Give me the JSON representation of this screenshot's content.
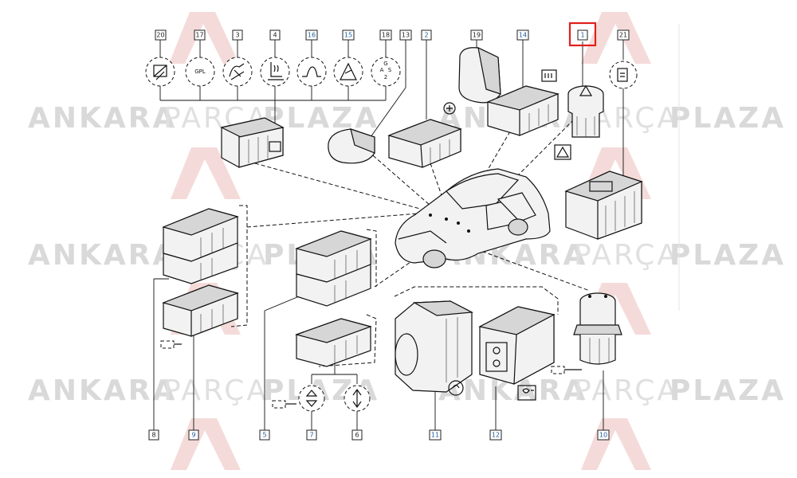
{
  "watermark": {
    "word_bold_1": "ANKARA",
    "word_light": "PARÇA",
    "word_bold_2": "PLAZA"
  },
  "callouts": [
    {
      "id": "c20",
      "label": "20",
      "color": "#222222"
    },
    {
      "id": "c17",
      "label": "17",
      "color": "#222222"
    },
    {
      "id": "c3",
      "label": "3",
      "color": "#222222"
    },
    {
      "id": "c4",
      "label": "4",
      "color": "#222222"
    },
    {
      "id": "c16",
      "label": "16",
      "color": "#1a5c9e"
    },
    {
      "id": "c15",
      "label": "15",
      "color": "#1a5c9e"
    },
    {
      "id": "c18",
      "label": "18",
      "color": "#222222"
    },
    {
      "id": "c13",
      "label": "13",
      "color": "#222222"
    },
    {
      "id": "c2",
      "label": "2",
      "color": "#1a5c9e"
    },
    {
      "id": "c19",
      "label": "19",
      "color": "#222222"
    },
    {
      "id": "c14",
      "label": "14",
      "color": "#1a5c9e"
    },
    {
      "id": "c1",
      "label": "1",
      "color": "#1a5c9e",
      "highlight": "#e0201b"
    },
    {
      "id": "c21",
      "label": "21",
      "color": "#222222"
    },
    {
      "id": "c8",
      "label": "8",
      "color": "#222222"
    },
    {
      "id": "c9",
      "label": "9",
      "color": "#1a5c9e"
    },
    {
      "id": "c5",
      "label": "5",
      "color": "#1a5c9e"
    },
    {
      "id": "c7",
      "label": "7",
      "color": "#1a5c9e"
    },
    {
      "id": "c6",
      "label": "6",
      "color": "#222222"
    },
    {
      "id": "c11",
      "label": "11",
      "color": "#1a5c9e"
    },
    {
      "id": "c12",
      "label": "12",
      "color": "#1a5c9e"
    },
    {
      "id": "c10",
      "label": "10",
      "color": "#1a5c9e"
    }
  ],
  "symbols": {
    "gpl": "GPL",
    "gas_g": "G",
    "gas_a": "A",
    "gas_s": "S",
    "gas_2": "2"
  },
  "colors": {
    "highlight": "#e0201b",
    "label_blue": "#1a5c9e",
    "watermark": "#d9d9d9"
  }
}
